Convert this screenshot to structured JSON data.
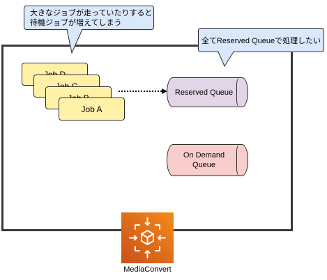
{
  "callouts": {
    "stuck": {
      "line1": "大きなジョブが走っていたりすると",
      "line2": "待機ジョブが増えてしまう"
    },
    "reserved": {
      "text": "全てReserved Queueで処理したい"
    }
  },
  "jobs": [
    "Job D",
    "Job C",
    "Job B",
    "Job A"
  ],
  "queues": {
    "reserved": {
      "line1": "Reserved Queue",
      "line2": ""
    },
    "ondemand": {
      "line1": "On Demand",
      "line2": "Queue"
    }
  },
  "service": {
    "name": "MediaConvert",
    "icon": "mediaconvert-icon"
  },
  "colors": {
    "callout": "#dae8fc",
    "job": "#fff2a8",
    "reserved_queue": "#e1d5e7",
    "ondemand_queue": "#f8cecc",
    "logo_gradient_start": "#c8511b",
    "logo_gradient_end": "#f38b1a"
  }
}
